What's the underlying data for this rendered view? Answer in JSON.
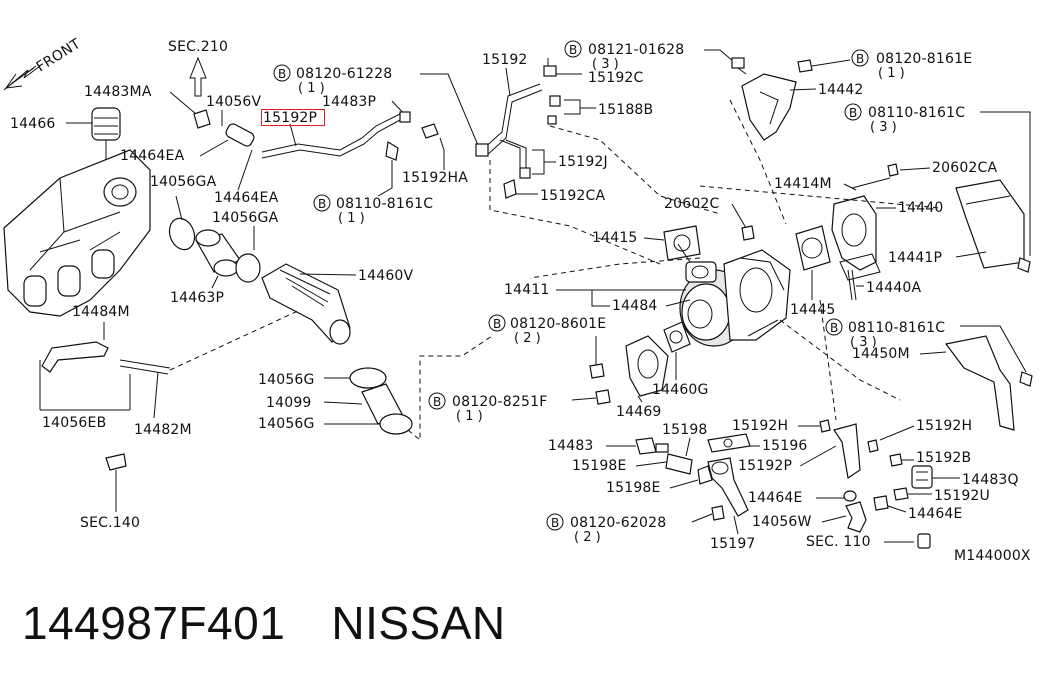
{
  "caption": {
    "part_number": "144987F401",
    "brand": "NISSAN"
  },
  "highlight_color": "#e02020",
  "diagram_id": "M144000X",
  "direction_label": "FRONT",
  "labels": {
    "sec210": "SEC.210",
    "l14483MA": "14483MA",
    "l14056V": "14056V",
    "l14466": "14466",
    "l15192P": "15192P",
    "l08120_61228": "08120-61228",
    "q1a": "( 1 )",
    "l14483P": "14483P",
    "l14464EA_a": "14464EA",
    "l14056GA_a": "14056GA",
    "l14464EA_b": "14464EA",
    "l14056GA_b": "14056GA",
    "l15192HA": "15192HA",
    "l08110_8161C_a": "08110-8161C",
    "q1b": "( 1 )",
    "l14460V": "14460V",
    "l14463P": "14463P",
    "l14484M": "14484M",
    "l14056EB": "14056EB",
    "l14482M": "14482M",
    "sec140": "SEC.140",
    "l15192": "15192",
    "l08121_01628": "08121-01628",
    "q3a": "( 3 )",
    "l15192C": "15192C",
    "l15188B": "15188B",
    "l15192J": "15192J",
    "l15192CA": "15192CA",
    "l08120_8161E": "08120-8161E",
    "q1c": "( 1 )",
    "l14442": "14442",
    "l08110_8161C_b": "08110-8161C",
    "q3b": "( 3 )",
    "l20602CA": "20602CA",
    "l14414M": "14414M",
    "l20602C": "20602C",
    "l14440": "14440",
    "l14415": "14415",
    "l14441P": "14441P",
    "l14411": "14411",
    "l14484": "14484",
    "l14445": "14445",
    "l14440A": "14440A",
    "l08120_8601E": "08120-8601E",
    "q2a": "( 2 )",
    "l08110_8161C_c": "08110-8161C",
    "q3c": "( 3 )",
    "l14450M": "14450M",
    "l14056G_a": "14056G",
    "l14099": "14099",
    "l14056G_b": "14056G",
    "l08120_8251F": "08120-8251F",
    "q1d": "( 1 )",
    "l14469": "14469",
    "l14460G": "14460G",
    "l15192H_a": "15192H",
    "l15192H_b": "15192H",
    "l14483": "14483",
    "l15198": "15198",
    "l15196": "15196",
    "l15198E_a": "15198E",
    "l15192P_b": "15192P",
    "l15192B": "15192B",
    "l15198E_b": "15198E",
    "l14483Q": "14483Q",
    "l14464E_a": "14464E",
    "l15192U": "15192U",
    "l14056W": "14056W",
    "l14464E_b": "14464E",
    "l08120_62028": "08120-62028",
    "q2b": "( 2 )",
    "l15197": "15197",
    "sec110": "SEC. 110",
    "bolt_marker": "B"
  }
}
